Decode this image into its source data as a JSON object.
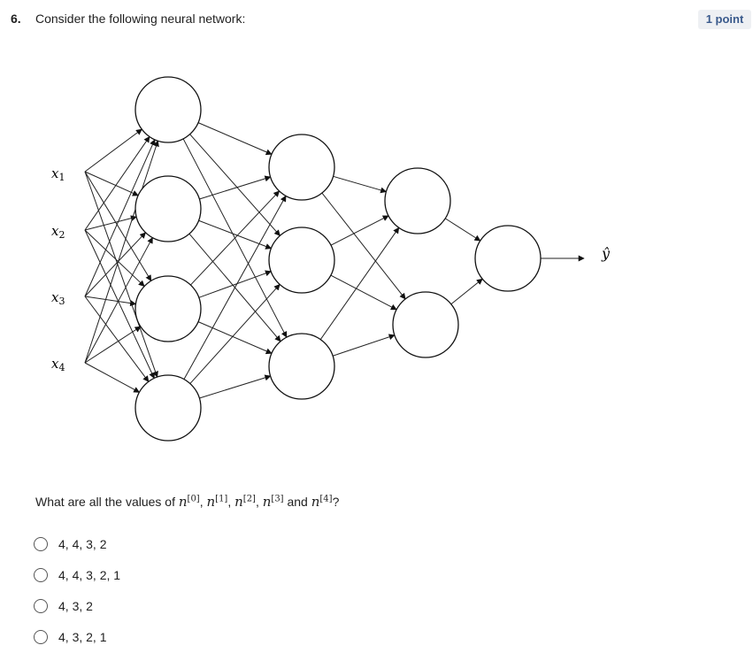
{
  "question": {
    "number": "6.",
    "title": "Consider the following neural network:",
    "points": "1 point",
    "prompt_before": "What are all the values of ",
    "prompt_after": "?",
    "terms": [
      {
        "var": "n",
        "sup": "[0]",
        "sep": ", "
      },
      {
        "var": "n",
        "sup": "[1]",
        "sep": ", "
      },
      {
        "var": "n",
        "sup": "[2]",
        "sep": ", "
      },
      {
        "var": "n",
        "sup": "[3]",
        "sep": " and "
      },
      {
        "var": "n",
        "sup": "[4]",
        "sep": ""
      }
    ]
  },
  "diagram": {
    "inputs": [
      "x1",
      "x2",
      "x3",
      "x4"
    ],
    "output_label": "ŷ",
    "layer_sizes": [
      4,
      3,
      2,
      1
    ]
  },
  "options": [
    {
      "label": "4, 4, 3, 2"
    },
    {
      "label": "4, 4, 3, 2, 1"
    },
    {
      "label": "4, 3, 2"
    },
    {
      "label": "4, 3, 2, 1"
    }
  ]
}
